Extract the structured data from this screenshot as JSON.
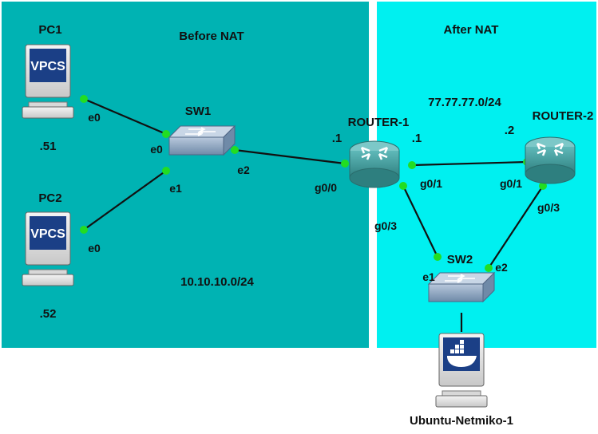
{
  "zones": {
    "before": {
      "title": "Before NAT",
      "subnet": "10.10.10.0/24",
      "color": "#00b3b3"
    },
    "after": {
      "title": "After NAT",
      "subnet": "77.77.77.0/24",
      "color": "#00f0f0"
    }
  },
  "nodes": {
    "pc1": {
      "name": "PC1",
      "screen_text": "VPCS",
      "addr": ".51"
    },
    "pc2": {
      "name": "PC2",
      "screen_text": "VPCS",
      "addr": ".52"
    },
    "sw1": {
      "name": "SW1"
    },
    "router1": {
      "name": "ROUTER-1",
      "addr_left": ".1",
      "addr_right": ".1"
    },
    "router2": {
      "name": "ROUTER-2",
      "addr": ".2"
    },
    "sw2": {
      "name": "SW2"
    },
    "ubuntu": {
      "name": "Ubuntu-Netmiko-1"
    }
  },
  "interfaces": {
    "pc1_e0": "e0",
    "sw1_e0": "e0",
    "sw1_e1": "e1",
    "pc2_e0": "e0",
    "sw1_e2": "e2",
    "r1_g00": "g0/0",
    "r1_g01": "g0/1",
    "r2_g01": "g0/1",
    "r1_g03": "g0/3",
    "r2_g03": "g0/3",
    "sw2_e1": "e1",
    "sw2_e2": "e2"
  },
  "colors": {
    "link": "#111111",
    "port": "#22dd22",
    "router": "#3c9a9a",
    "switch": "#8aa4c4"
  }
}
